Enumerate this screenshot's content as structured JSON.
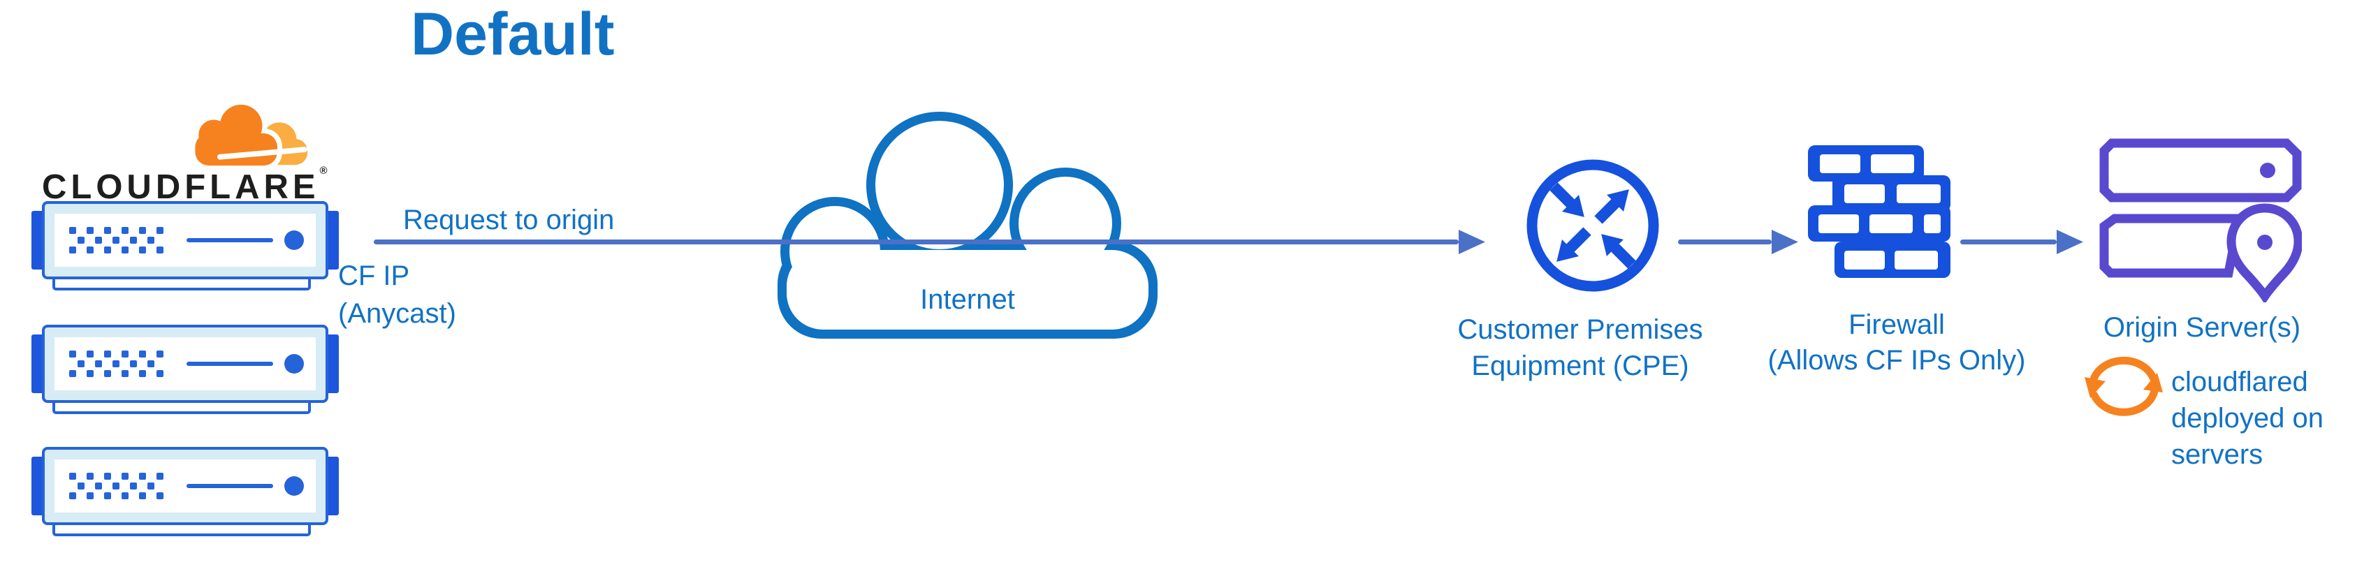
{
  "title": "Default",
  "logo": {
    "wordmark": "CLOUDFLARE",
    "registered": "®"
  },
  "flow": {
    "request_label": "Request to origin",
    "cf_ip": {
      "line1": "CF IP",
      "line2": "(Anycast)"
    }
  },
  "nodes": {
    "internet": {
      "label": "Internet"
    },
    "cpe": {
      "label_line1": "Customer Premises",
      "label_line2": "Equipment (CPE)"
    },
    "firewall": {
      "label_line1": "Firewall",
      "label_line2": "(Allows CF IPs Only)"
    },
    "origin": {
      "label": "Origin Server(s)"
    },
    "cloudflared": {
      "line1": "cloudflared",
      "line2": "deployed on",
      "line3": "servers"
    }
  },
  "icons": {
    "logo_cloud": "cloudflare-cloud-icon",
    "edge_server": "edge-server-icon",
    "internet": "internet-cloud-icon",
    "cpe": "router-arrows-icon",
    "firewall": "brick-wall-icon",
    "origin": "origin-servers-location-icon",
    "cloudflared": "sync-arrows-icon",
    "flow": "arrow-right-icon"
  },
  "colors": {
    "text_blue": "#1172c4",
    "arrow_blue": "#4b70c8",
    "icon_blue": "#1551dc",
    "cloud_stroke": "#0f72c2",
    "server_blue": "#2563d9",
    "server_tab_blue": "#1d55dc",
    "server_frame": "#d7ecf5",
    "purple": "#5949cf",
    "orange": "#f6821f",
    "orange_light": "#fbad41",
    "wordmark_dark": "#1e1e1e"
  }
}
